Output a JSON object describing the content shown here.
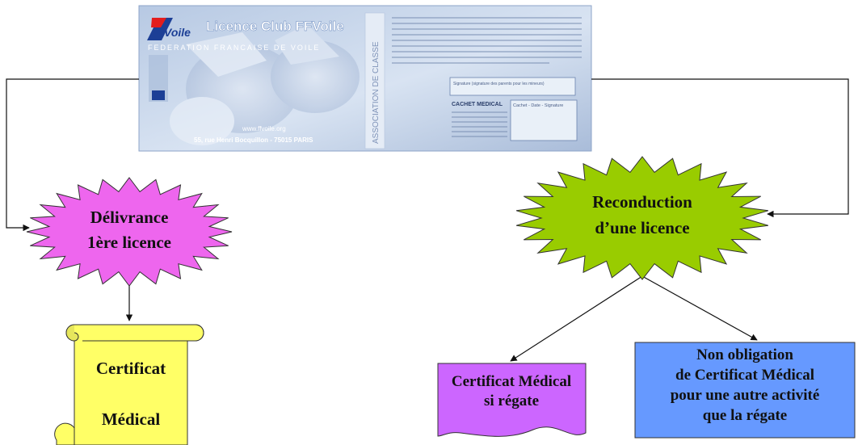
{
  "license_card": {
    "logo": "FFVoile",
    "title": "Licence Club FFVoile",
    "federation": "FEDERATION FRANCAISE DE VOILE",
    "website": "www.ffvoile.org",
    "address": "55, rue Henri Bocquillon - 75015 PARIS",
    "side_label": "ASSOCIATION DE CLASSE",
    "signature_label": "Signature (signature des parents pour les mineurs)",
    "medical_title": "CACHET MEDICAL",
    "stamp_label": "Cachet - Date - Signature",
    "colors": {
      "card": "#c9d8ec",
      "accent": "#1c3f96"
    }
  },
  "nodes": {
    "first_license": {
      "line1": "Délivrance",
      "line2": "1ère licence",
      "color": "#ee66ee"
    },
    "renewal": {
      "line1": "Reconduction",
      "line2": "d’une licence",
      "color": "#99cc00"
    },
    "scroll_certificate": {
      "line1": "Certificat",
      "line2": "Médical",
      "color": "#ffff66"
    },
    "regatta_certificate": {
      "line1": "Certificat Médical",
      "line2": "si régate",
      "color": "#cc66ff"
    },
    "no_obligation": {
      "line1": "Non obligation",
      "line2": "de Certificat Médical",
      "line3": "pour une autre activité",
      "line4": "que la régate",
      "color": "#6699ff"
    }
  }
}
